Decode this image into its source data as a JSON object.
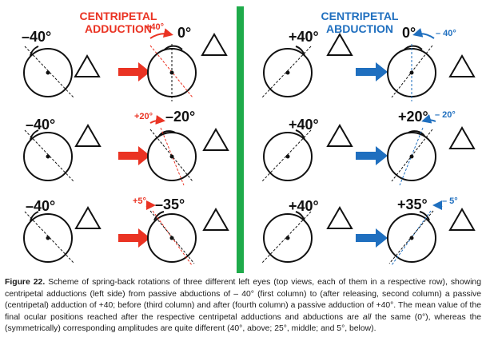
{
  "headers": {
    "left": [
      "CENTRIPETAL",
      "ADDUCTION"
    ],
    "right": [
      "CENTRIPETAL",
      "ABDUCTION"
    ]
  },
  "colors": {
    "red": "#ea3323",
    "blue": "#1f6fbf",
    "divider": "#1fab4b",
    "ink": "#111111"
  },
  "rows": [
    {
      "col1": "–40°",
      "col2": "0°",
      "col2_delta": "+40°",
      "col3": "+40°",
      "col4": "0°",
      "col4_delta": "– 40°"
    },
    {
      "col1": "–40°",
      "col2": "–20°",
      "col2_delta": "+20°",
      "col3": "+40°",
      "col4": "+20°",
      "col4_delta": "– 20°"
    },
    {
      "col1": "–40°",
      "col2": "–35°",
      "col2_delta": "+5°",
      "col3": "+40°",
      "col4": "+35°",
      "col4_delta": "– 5°"
    }
  ],
  "caption": {
    "label": "Figure 22.",
    "text_a": " Scheme of spring-back rotations of three different left eyes (top views, each of them in a respective row), showing centripetal adductions (left side) from passive abductions of – 40° (first column) to (after releasing, second column) a passive (centripetal) adduction of +40; before (third column) and after (fourth column) a passive adduction of +40°. The mean value of the final ocular positions reached after the respective centripetal adductions and abductions are ",
    "text_em": "all",
    "text_b": " the same (0°), whereas the (symmetrically) corresponding amplitudes are quite different (40°, above; 25°, middle; and 5°, below)."
  }
}
